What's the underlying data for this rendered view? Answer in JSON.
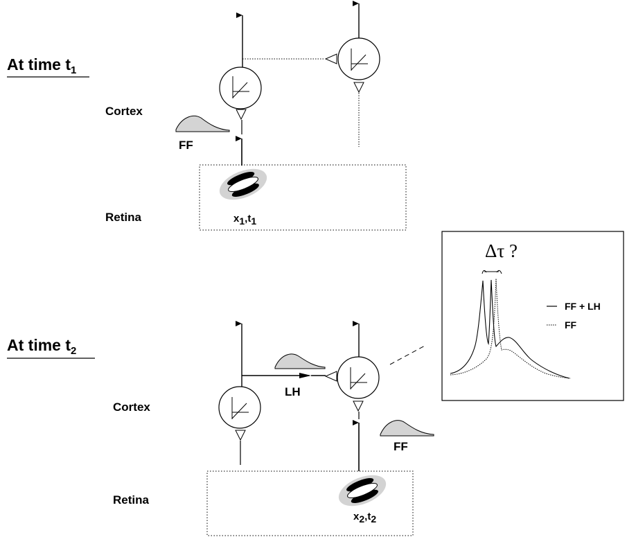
{
  "panel_top": {
    "heading": "At time t",
    "heading_subscript": "1",
    "cortex_label": "Cortex",
    "retina_label": "Retina",
    "ff_label": "FF",
    "coord": {
      "x": "x",
      "x_sub": "1",
      "sep": ",",
      "t": "t",
      "t_sub": "1"
    }
  },
  "panel_bottom": {
    "heading": "At time t",
    "heading_subscript": "2",
    "cortex_label": "Cortex",
    "retina_label": "Retina",
    "ff_label": "FF",
    "lh_label": "LH",
    "coord": {
      "x": "x",
      "x_sub": "2",
      "sep": ",",
      "t": "t",
      "t_sub": "2"
    }
  },
  "inset": {
    "title": "Δτ ?",
    "legend": [
      {
        "label": "FF + LH",
        "style": "solid"
      },
      {
        "label": "FF",
        "style": "dotted"
      }
    ]
  }
}
